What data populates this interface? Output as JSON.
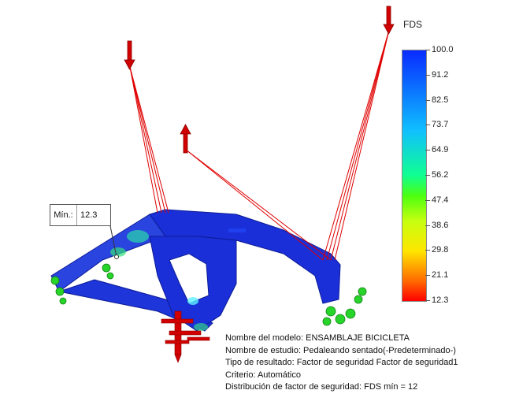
{
  "legend": {
    "title": "FDS",
    "ticks": [
      "100.0",
      "91.2",
      "82.5",
      "73.7",
      "64.9",
      "56.2",
      "47.4",
      "38.6",
      "29.8",
      "21.1",
      "12.3"
    ]
  },
  "min_label": {
    "key": "Mín.:",
    "value": "12.3"
  },
  "info": {
    "model": "Nombre del modelo: ENSAMBLAJE BICICLETA",
    "study": "Nombre de estudio: Pedaleando sentado(-Predeterminado-)",
    "result_type": "Tipo de resultado: Factor de seguridad Factor de seguridad1",
    "criterion": "Criterio: Automático",
    "distribution": "Distribución de factor de seguridad: FDS mín = 12"
  },
  "colors": {
    "frame": "#1a2fd8",
    "load": "#e00000",
    "fixture": "#27d42a",
    "contour_low": "#ff0000",
    "contour_high": "#0a2bff"
  }
}
